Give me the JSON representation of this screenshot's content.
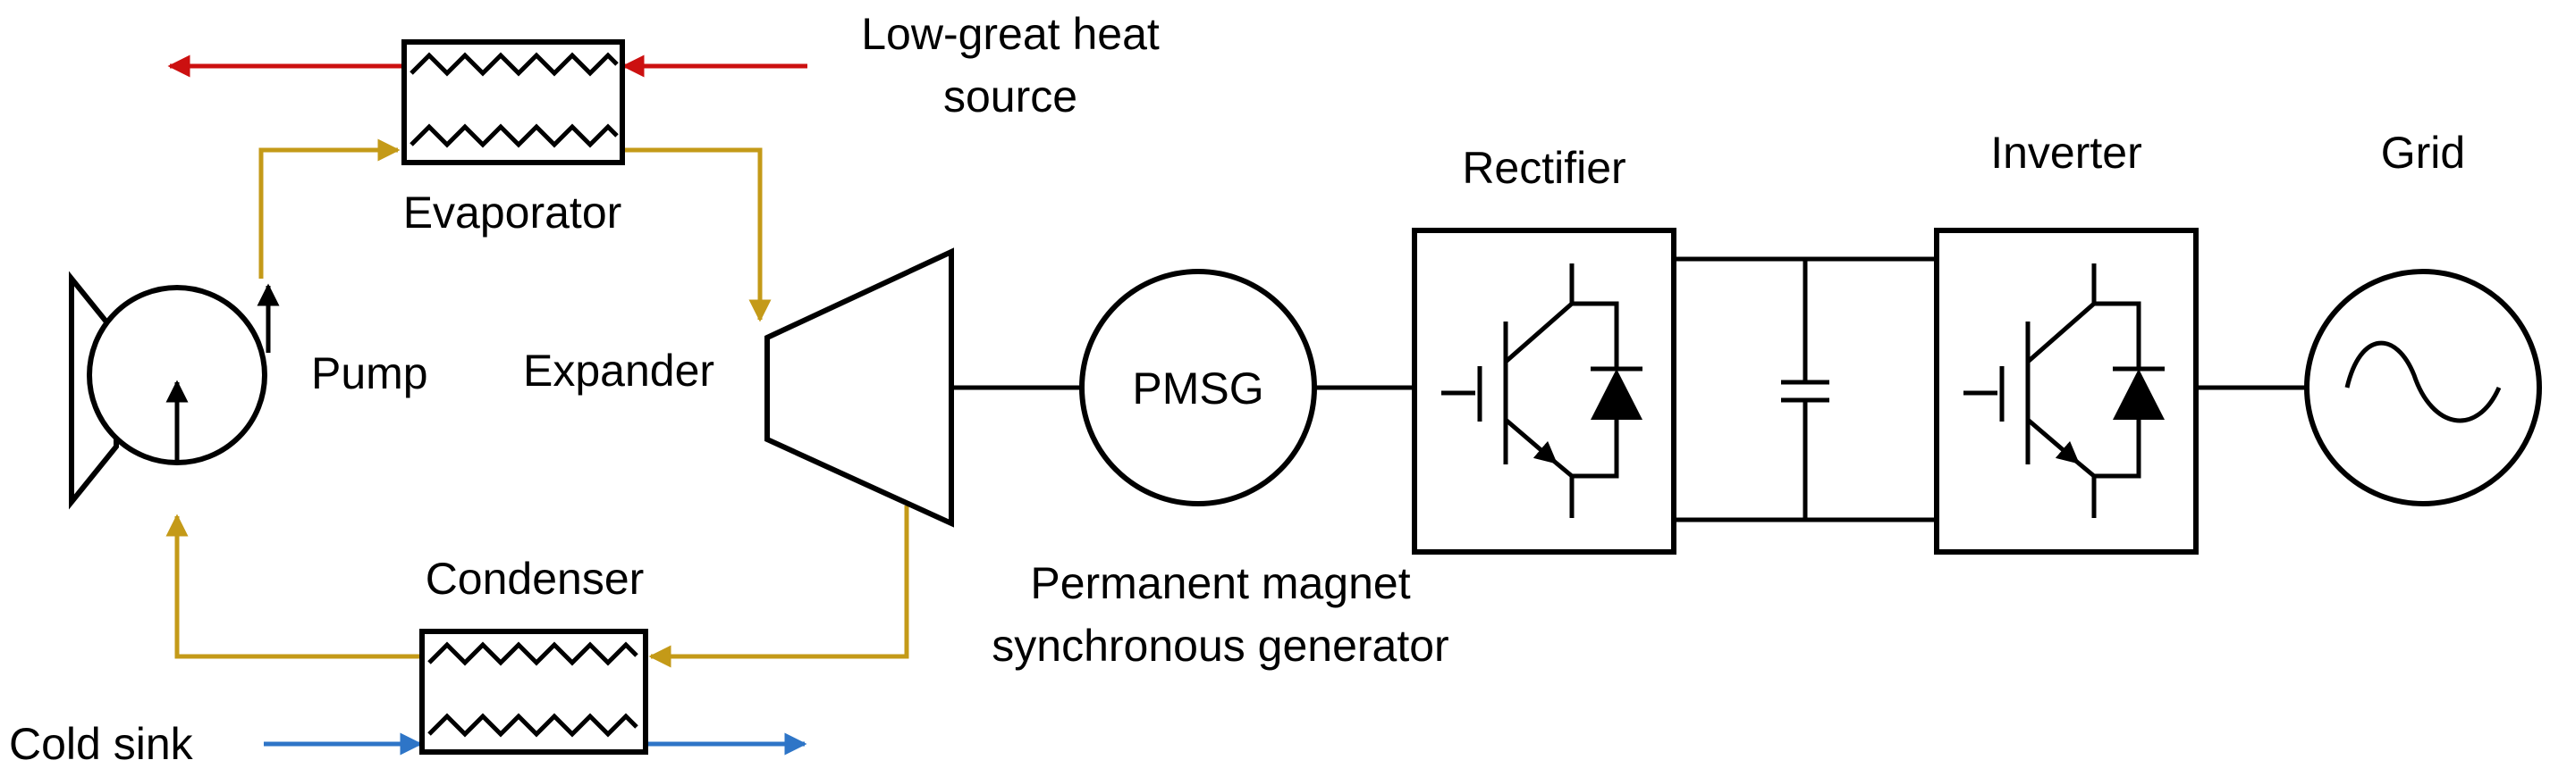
{
  "labels": {
    "heat_source_line1": "Low-great heat",
    "heat_source_line2": "source",
    "evaporator": "Evaporator",
    "pump": "Pump",
    "expander": "Expander",
    "condenser": "Condenser",
    "cold_sink": "Cold sink",
    "pmsg": "PMSG",
    "pmsg_desc_line1": "Permanent magnet",
    "pmsg_desc_line2": "synchronous generator",
    "rectifier": "Rectifier",
    "inverter": "Inverter",
    "grid": "Grid"
  },
  "colors": {
    "working_fluid": "#C49A18",
    "heat_source": "#CC1010",
    "cold_sink": "#2E75C7",
    "outline": "#000000"
  }
}
